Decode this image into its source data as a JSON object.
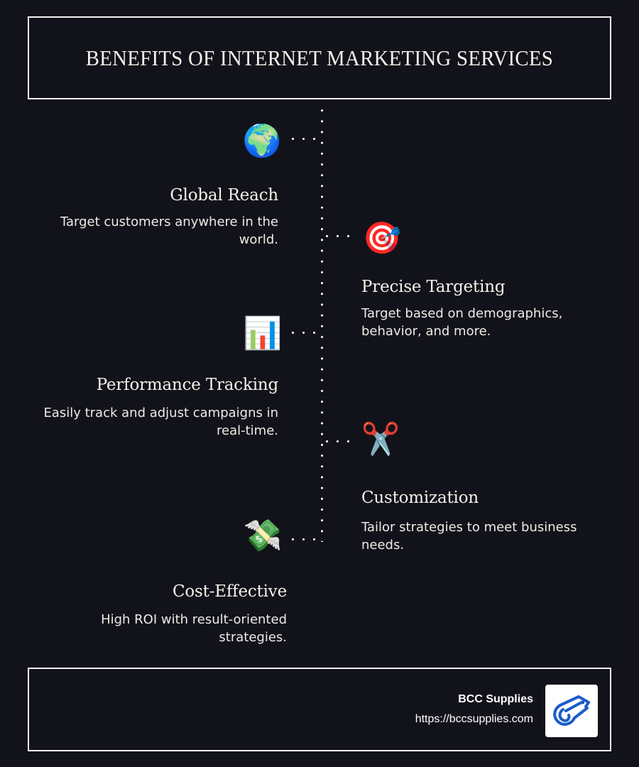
{
  "header": {
    "title": "BENEFITS OF INTERNET MARKETING SERVICES"
  },
  "items": [
    {
      "icon": "globe-icon",
      "emoji": "🌍",
      "title": "Global Reach",
      "description": "Target customers anywhere in the world.",
      "side": "left"
    },
    {
      "icon": "target-icon",
      "emoji": "🎯",
      "title": "Precise Targeting",
      "description": "Target based on demographics, behavior, and more.",
      "side": "right"
    },
    {
      "icon": "bar-chart-icon",
      "emoji": "📊",
      "title": "Performance Tracking",
      "description": "Easily track and adjust campaigns in real-time.",
      "side": "left"
    },
    {
      "icon": "scissors-icon",
      "emoji": "✂️",
      "title": "Customization",
      "description": "Tailor strategies to meet business needs.",
      "side": "right"
    },
    {
      "icon": "money-with-wings-icon",
      "emoji": "💸",
      "title": "Cost-Effective",
      "description": "High ROI with result-oriented strategies.",
      "side": "left"
    }
  ],
  "footer": {
    "brand_name": "BCC Supplies",
    "brand_url": "https://bccsupplies.com",
    "logo_icon": "paper-roll-logo-icon",
    "logo_color": "#1a5cc8"
  },
  "colors": {
    "background": "#12131a",
    "text": "#f3f1ea",
    "border": "#f1f1f1",
    "dots": "#ffffff"
  }
}
